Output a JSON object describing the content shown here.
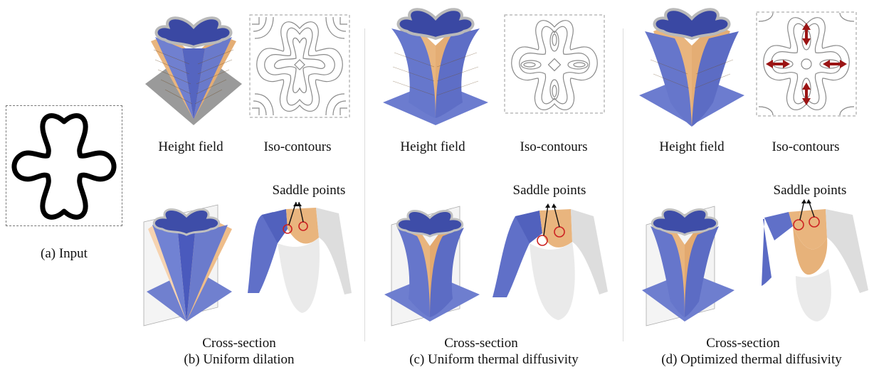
{
  "panel_a": {
    "caption": "(a) Input"
  },
  "panels": [
    {
      "id": "b",
      "height_field_label": "Height field",
      "iso_contours_label": "Iso-contours",
      "saddle_label": "Saddle points",
      "cross_section_label": "Cross-section",
      "caption": "(b) Uniform dilation"
    },
    {
      "id": "c",
      "height_field_label": "Height field",
      "iso_contours_label": "Iso-contours",
      "saddle_label": "Saddle points",
      "cross_section_label": "Cross-section",
      "caption": "(c) Uniform thermal diffusivity"
    },
    {
      "id": "d",
      "height_field_label": "Height field",
      "iso_contours_label": "Iso-contours",
      "saddle_label": "Saddle points",
      "cross_section_label": "Cross-section",
      "caption": "(d) Optimized thermal diffusivity"
    }
  ],
  "colors": {
    "blue_surface": "#6f7fcf",
    "dark_blue": "#3c4aa8",
    "orange_surface": "#e9b57e",
    "light_orange": "#f6d3b0",
    "contour_gray": "#8a8a8a",
    "saddle_marker": "#cc2222",
    "arrow_red": "#9b1414"
  }
}
